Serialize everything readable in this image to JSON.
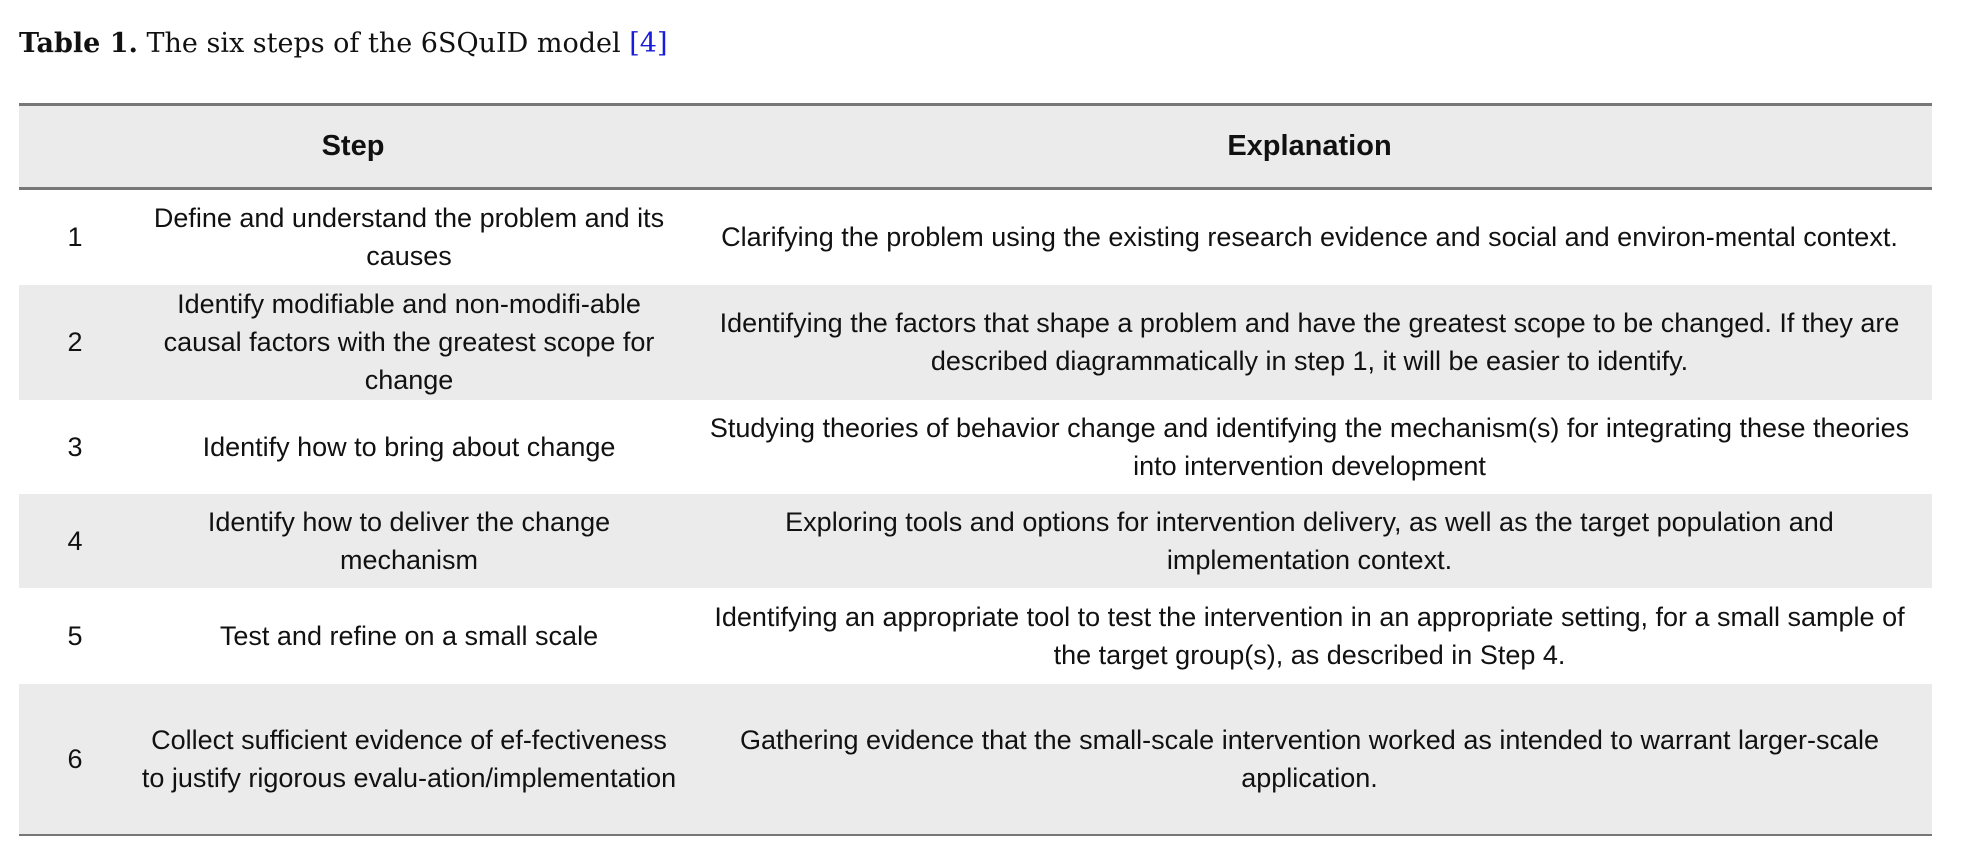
{
  "caption": {
    "label": "Table 1.",
    "text": "The six steps of the 6SQuID model",
    "reference": "[4]"
  },
  "table": {
    "headers": [
      "Step",
      "Explanation"
    ],
    "rows": [
      {
        "num": "1",
        "step": "Define and understand the problem and its causes",
        "explanation": "Clarifying the problem using the existing research evidence and social and environ-mental context."
      },
      {
        "num": "2",
        "step": "Identify modifiable and non-modifi-able causal factors with the greatest scope for change",
        "explanation": "Identifying the factors that shape a problem and have the greatest scope to be changed. If they are described diagrammatically in step 1, it will be easier to identify."
      },
      {
        "num": "3",
        "step": "Identify how to bring about change",
        "explanation": "Studying theories of behavior change and identifying the mechanism(s) for integrating these theories into intervention development"
      },
      {
        "num": "4",
        "step": "Identify how to deliver the change mechanism",
        "explanation": "Exploring tools and options for intervention delivery, as well as the target population and implementation context."
      },
      {
        "num": "5",
        "step": "Test and refine on a small scale",
        "explanation": "Identifying an appropriate tool to test the intervention in an appropriate setting, for a small sample of the target group(s), as described in Step 4."
      },
      {
        "num": "6",
        "step": "Collect sufficient evidence of ef-fectiveness to justify rigorous evalu-ation/implementation",
        "explanation": "Gathering evidence that the small-scale intervention worked as intended to warrant larger-scale application."
      }
    ]
  }
}
